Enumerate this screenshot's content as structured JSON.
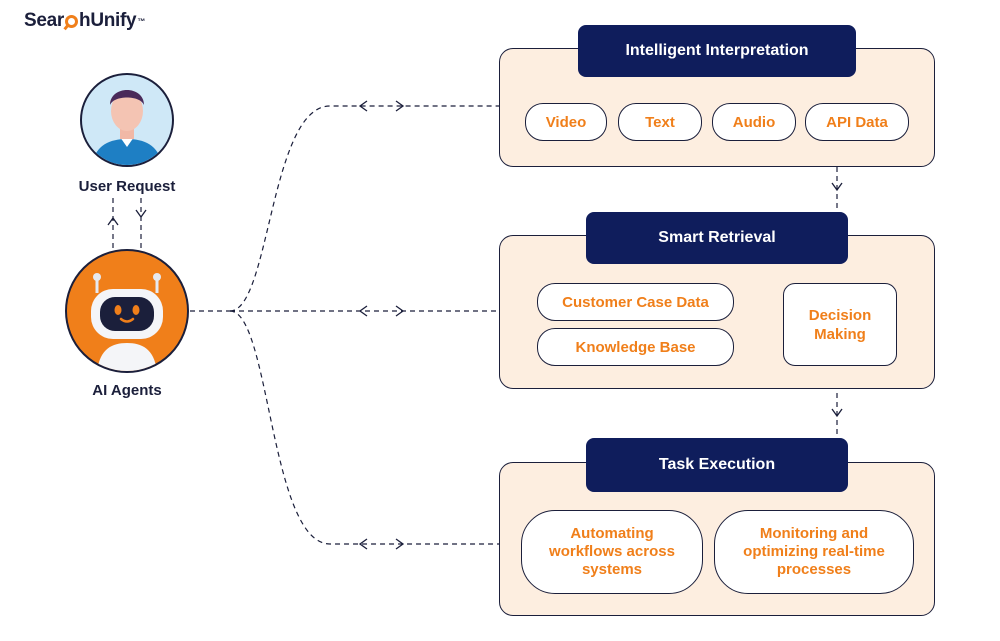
{
  "brand": {
    "logo_before": "Sear",
    "logo_after": "hUnify",
    "logo_mark": "™"
  },
  "actors": {
    "user": {
      "label": "User Request",
      "icon": "user-avatar-icon"
    },
    "agent": {
      "label": "AI Agents",
      "icon": "robot-icon"
    }
  },
  "panels": {
    "interpretation": {
      "title": "Intelligent Interpretation",
      "items": [
        "Video",
        "Text",
        "Audio",
        "API Data"
      ]
    },
    "retrieval": {
      "title": "Smart Retrieval",
      "sources": [
        "Customer Case Data",
        "Knowledge Base"
      ],
      "decision": "Decision Making"
    },
    "execution": {
      "title": "Task Execution",
      "items": [
        "Automating workflows across systems",
        "Monitoring and optimizing real-time processes"
      ]
    }
  },
  "colors": {
    "navy": "#0f1d5c",
    "accent_orange": "#f07f1a",
    "panel_fill": "#fdeee0",
    "outline": "#1b1f3b"
  }
}
